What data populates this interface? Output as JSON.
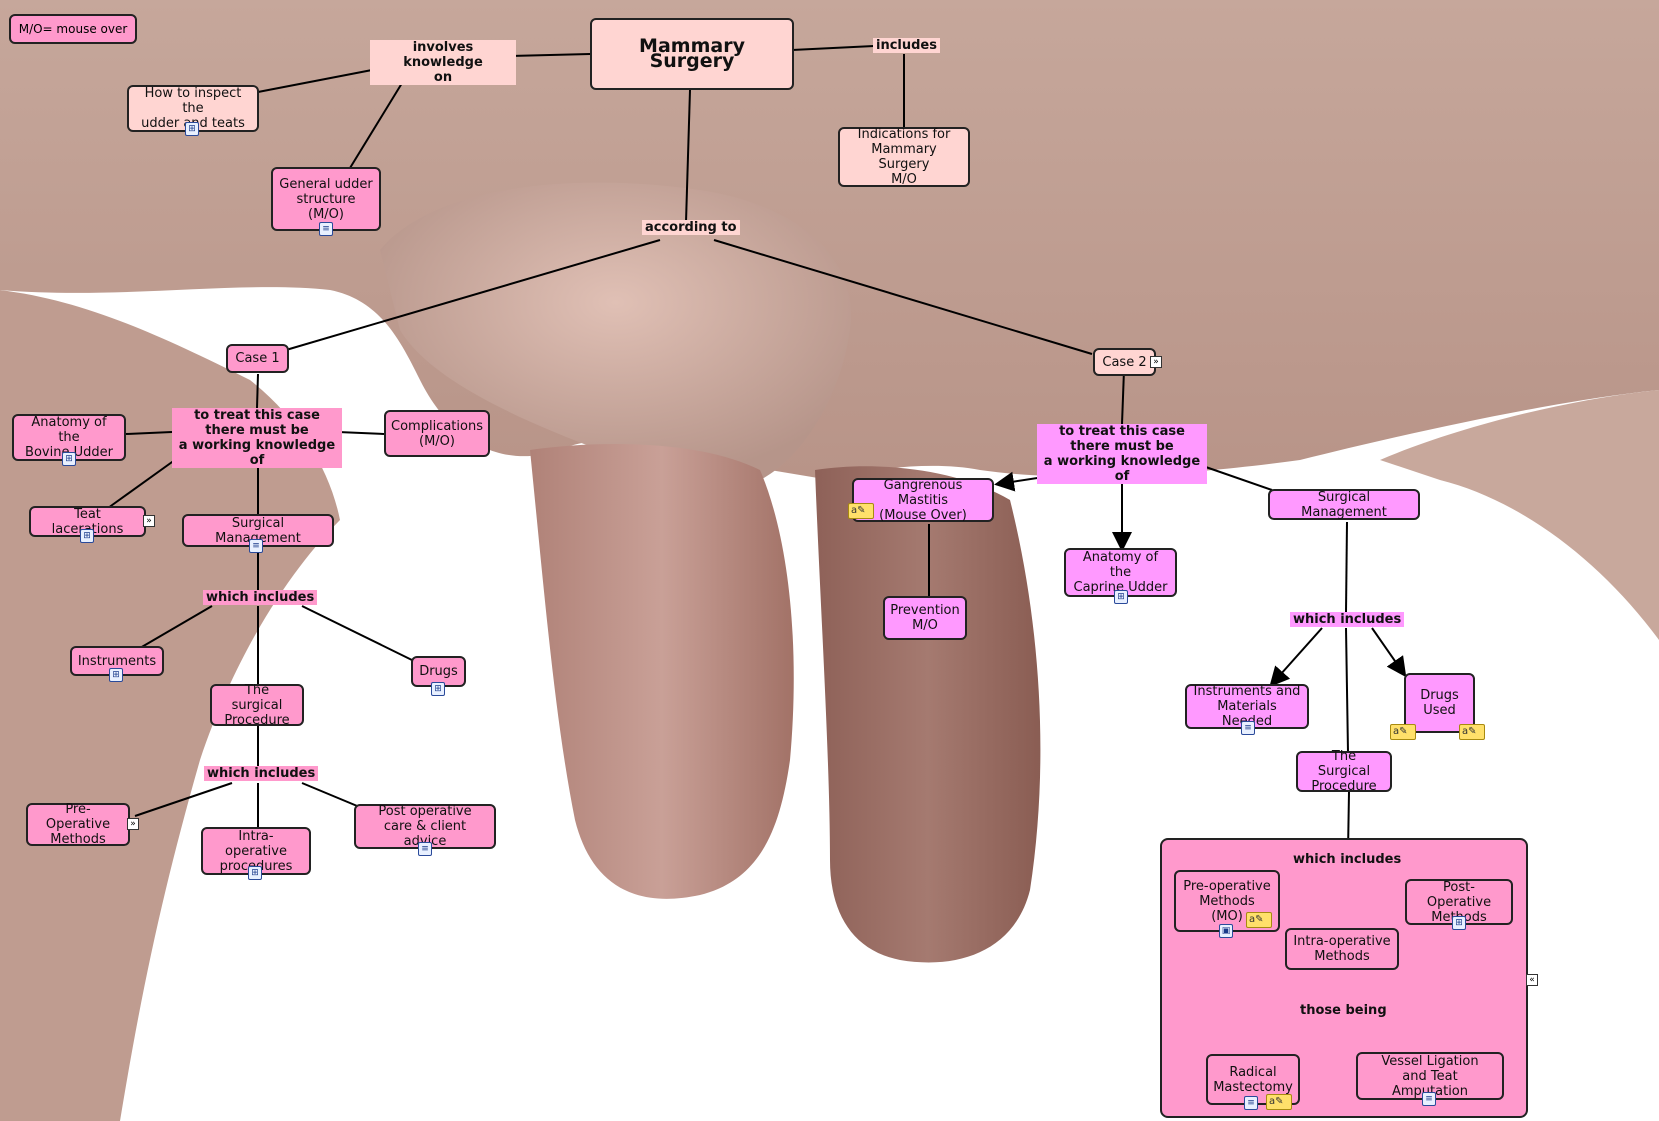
{
  "legend": "M/O= mouse over",
  "colors": {
    "pale": "#ffd5d2",
    "pink": "#ff99cc",
    "magenta": "#ff99ff",
    "line": "#111111"
  },
  "title": "Mammary Surgery",
  "links": {
    "involves": "involves knowledge\non",
    "includes": "includes",
    "according": "according to",
    "treat1": "to treat this case\nthere must be\na working knowledge of",
    "treat2": "to treat this case\nthere must be\na working knowledge of",
    "which1": "which includes",
    "which2": "which includes",
    "which3": "which includes",
    "which4": "which includes",
    "those": "those being"
  },
  "nodes": {
    "inspect": "How to inspect the\nudder and teats",
    "general": "General udder\nstructure\n(M/O)",
    "indications": "Indications for\nMammary Surgery\nM/O",
    "case1": "Case 1",
    "case2": "Case 2",
    "anatomy_bovine": "Anatomy of the\nBovine Udder",
    "complications": "Complications\n(M/O)",
    "teat_lac": "Teat lacerations",
    "surg_mgmt1": "Surgical Management",
    "instruments1": "Instruments",
    "drugs1": "Drugs",
    "surg_proc1": "The surgical\nProcedure",
    "preop1": "Pre-Operative\nMethods",
    "intraop1": "Intra-operative\nprocedures",
    "postop1": "Post operative\ncare & client advice",
    "gangrenous": "Gangrenous Mastitis\n(Mouse Over)",
    "prevention": "Prevention\nM/O",
    "anatomy_caprine": "Anatomy of the\nCaprine Udder",
    "surg_mgmt2": "Surgical Management",
    "instruments2": "Instruments and\nMaterials Needed",
    "drugs2": "Drugs\nUsed",
    "surg_proc2": "The Surgical\nProcedure",
    "preop2": "Pre-operative\nMethods\n(MO)",
    "postop2": "Post-Operative\nMethods",
    "intraop2": "Intra-operative\nMethods",
    "radical": "Radical\nMastectomy",
    "vessel": "Vessel Ligation\nand Teat Amputation"
  },
  "icons": {
    "concept_map": "concept-map-icon",
    "document": "document-icon",
    "image": "image-icon",
    "annotation": "annotation-icon",
    "expand": "expand-arrow-icon",
    "collapse": "collapse-arrow-icon"
  }
}
